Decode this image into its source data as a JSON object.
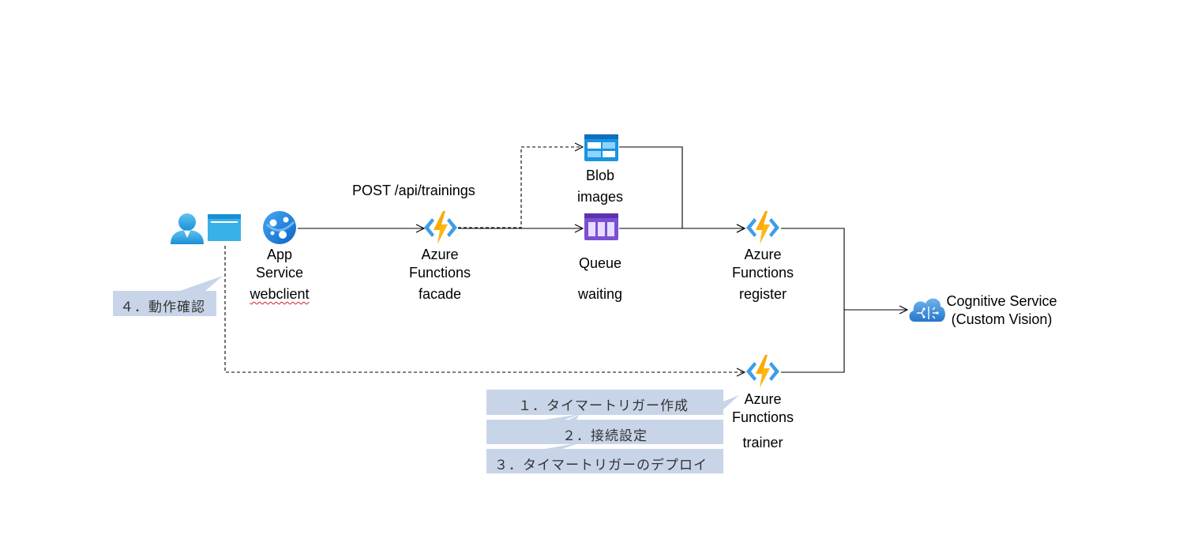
{
  "labels": {
    "post_endpoint": "POST /api/trainings",
    "app_service": "App Service",
    "app_service_line1": "App",
    "app_service_line2": "Service",
    "webclient": "webclient",
    "facade_line1": "Azure",
    "facade_line2": "Functions",
    "facade_name": "facade",
    "blob_line1": "Blob",
    "blob_line2": "images",
    "queue_line1": "Queue",
    "queue_name": "waiting",
    "register_line1": "Azure",
    "register_line2": "Functions",
    "register_name": "register",
    "trainer_line1": "Azure",
    "trainer_line2": "Functions",
    "trainer_name": "trainer",
    "cognitive_line1": "Cognitive Service",
    "cognitive_line2": "(Custom Vision)"
  },
  "callouts": {
    "step4": "４．動作確認",
    "step1": "１．タイマートリガー作成",
    "step2": "２．接続設定",
    "step3": "３．タイマートリガーのデプロイ"
  },
  "colors": {
    "callout_fill": "#c8d4e8",
    "azure_blue": "#0078d4",
    "functions_yellow": "#fcb714",
    "queue_purple": "#7b4fd1",
    "cloud_blue": "#3f8ddb"
  }
}
